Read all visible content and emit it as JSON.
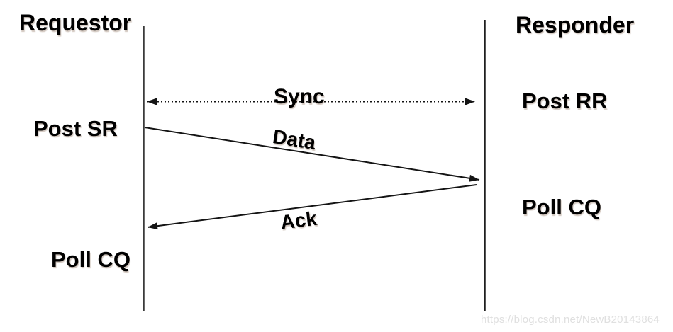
{
  "diagram": {
    "actors": [
      {
        "id": "requestor",
        "label": "Requestor"
      },
      {
        "id": "responder",
        "label": "Responder"
      }
    ],
    "annotations": [
      {
        "id": "post_sr",
        "label": "Post SR",
        "side": "requestor"
      },
      {
        "id": "post_rr",
        "label": "Post RR",
        "side": "responder"
      },
      {
        "id": "poll_cq_responder",
        "label": "Poll CQ",
        "side": "responder"
      },
      {
        "id": "poll_cq_requestor",
        "label": "Poll CQ",
        "side": "requestor"
      }
    ],
    "messages": [
      {
        "id": "sync",
        "label": "Sync",
        "from": "requestor",
        "to": "responder",
        "style": "dotted-double-arrow"
      },
      {
        "id": "data",
        "label": "Data",
        "from": "requestor",
        "to": "responder",
        "style": "solid-arrow"
      },
      {
        "id": "ack",
        "label": "Ack",
        "from": "responder",
        "to": "requestor",
        "style": "solid-arrow"
      }
    ],
    "watermark": "https://blog.csdn.net/NewB20143864",
    "colors": {
      "line": "#1a1a1a",
      "lifeline": "#3a3a3a",
      "text": "#000000",
      "watermark": "#e0e0e0",
      "background": "#ffffff"
    }
  }
}
